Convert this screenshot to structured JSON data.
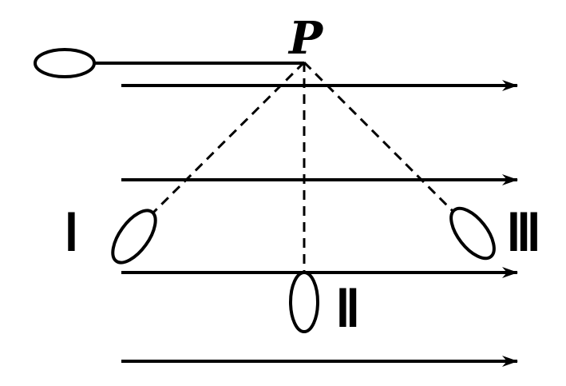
{
  "diagram": {
    "pivot_label": "P",
    "positions": [
      {
        "label": "Ⅰ"
      },
      {
        "label": "Ⅱ"
      },
      {
        "label": "Ⅲ"
      }
    ],
    "field_line_count": 4,
    "colors": {
      "stroke": "#000000",
      "background": "#ffffff"
    }
  }
}
